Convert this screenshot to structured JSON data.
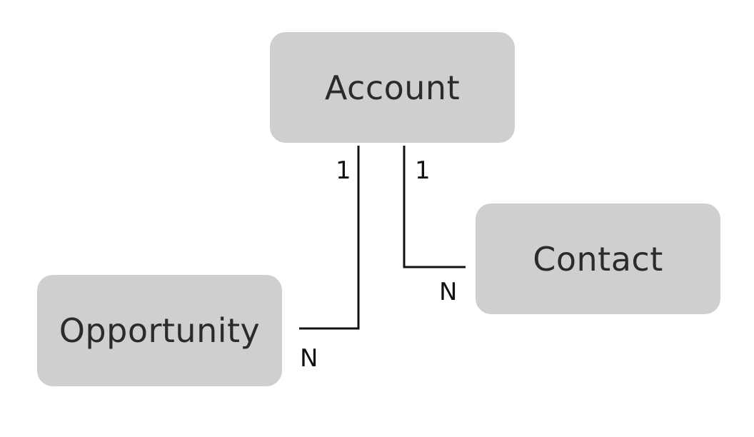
{
  "entities": {
    "account": "Account",
    "contact": "Contact",
    "opportunity": "Opportunity"
  },
  "relationships": {
    "account_opportunity": {
      "from_cardinality": "1",
      "to_cardinality": "N"
    },
    "account_contact": {
      "from_cardinality": "1",
      "to_cardinality": "N"
    }
  },
  "colors": {
    "entity_fill": "#cfcfcf",
    "entity_text": "#2b2b2b",
    "line": "#111111"
  }
}
